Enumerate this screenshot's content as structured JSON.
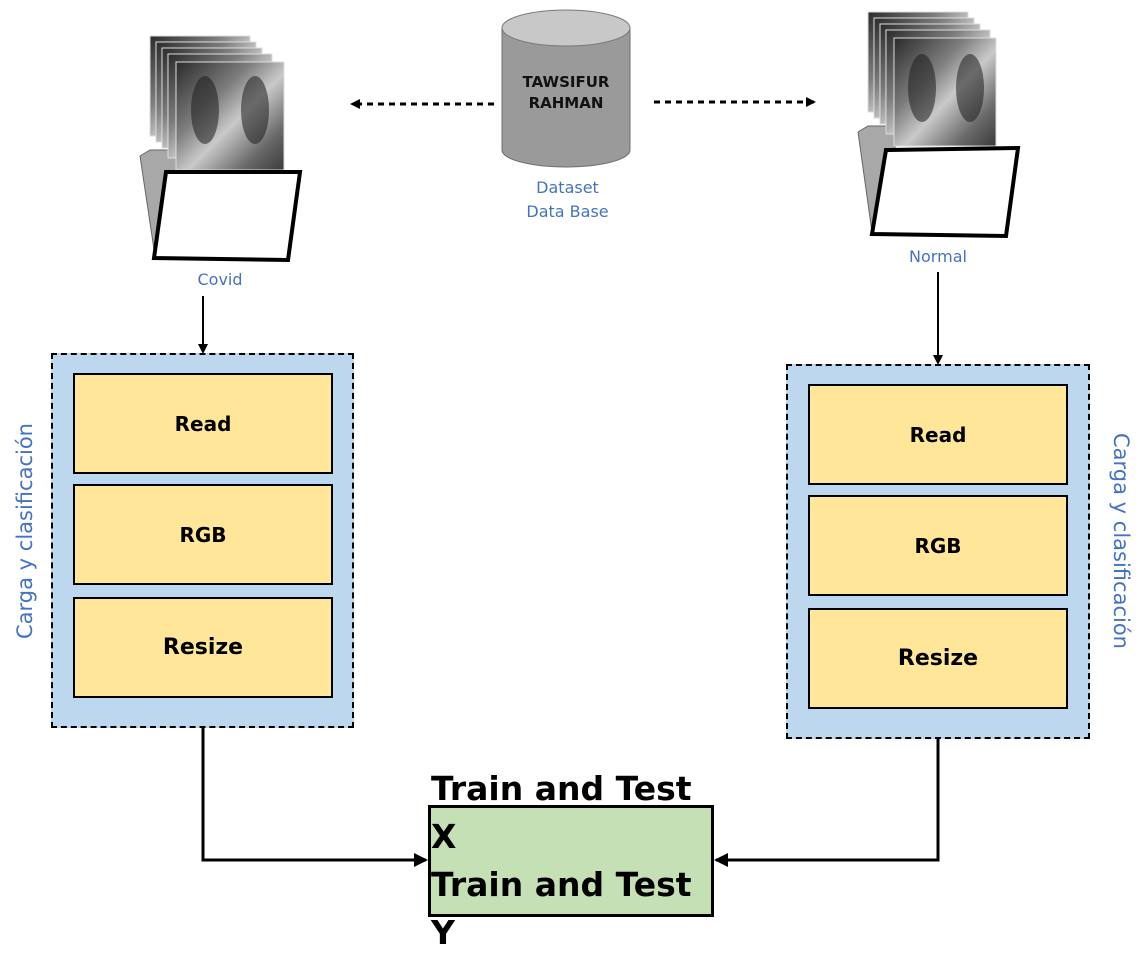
{
  "database": {
    "name_line1": "TAWSIFUR",
    "name_line2": "RAHMAN",
    "caption_line1": "Dataset",
    "caption_line2": "Data Base"
  },
  "left_folder": {
    "caption": "Covid"
  },
  "right_folder": {
    "caption": "Normal"
  },
  "left_pipeline": {
    "side_label": "Carga y clasificación",
    "steps": [
      "Read",
      "RGB",
      "Resize"
    ]
  },
  "right_pipeline": {
    "side_label": "Carga y clasificación",
    "steps": [
      "Read",
      "RGB",
      "Resize"
    ]
  },
  "output": {
    "line1": "Train and Test X",
    "line2": "Train and Test Y"
  },
  "colors": {
    "pipeline_bg": "#bdd7ee",
    "step_bg": "#ffe699",
    "output_bg": "#c5e0b4",
    "caption_text": "#4472c4",
    "database_fill": "#9a9a9a"
  }
}
